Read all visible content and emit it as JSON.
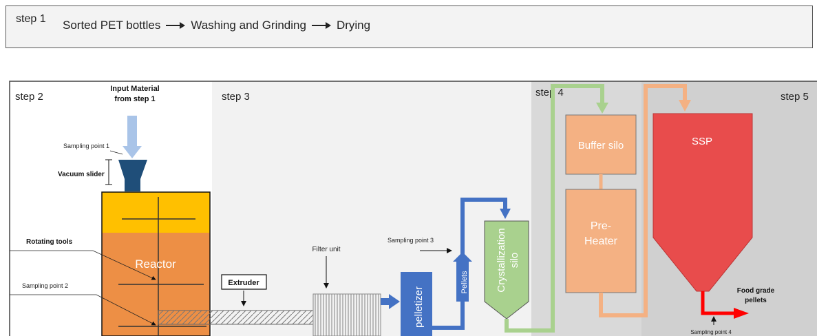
{
  "step1": {
    "label": "step 1",
    "flow": [
      "Sorted PET bottles",
      "Washing and Grinding",
      "Drying"
    ]
  },
  "steps": {
    "s2": "step 2",
    "s3": "step 3",
    "s4": "step 4",
    "s5": "step 5"
  },
  "labels": {
    "input_material_line1": "Input Material",
    "input_material_line2": "from step 1",
    "sampling_point_1": "Sampling point 1",
    "vacuum_slider": "Vacuum slider",
    "rotating_tools": "Rotating tools",
    "reactor": "Reactor",
    "sampling_point_2": "Sampling point 2",
    "extruder": "Extruder",
    "filter_unit": "Filter unit",
    "sampling_point_3": "Sampling point 3",
    "pelletizer": "pelletizer",
    "pellets": "Pellets",
    "crystallization_line1": "Crystallization",
    "crystallization_line2": "silo",
    "buffer_silo": "Buffer silo",
    "preheater_line1": "Pre-",
    "preheater_line2": "Heater",
    "ssp": "SSP",
    "food_grade_line1": "Food grade",
    "food_grade_line2": "pellets",
    "sampling_point_4": "Sampling point 4"
  },
  "colors": {
    "reactor_top": "#ffc000",
    "reactor_body": "#ed8f45",
    "input_arrow": "#a9c4e8",
    "hopper": "#1f4e79",
    "blue_flow": "#4472c4",
    "green_flow": "#a9d18e",
    "orange_flow": "#f4b183",
    "buffer_fill": "#f4b183",
    "ssp_fill": "#e84c4c",
    "food_arrow": "#ff0000"
  }
}
